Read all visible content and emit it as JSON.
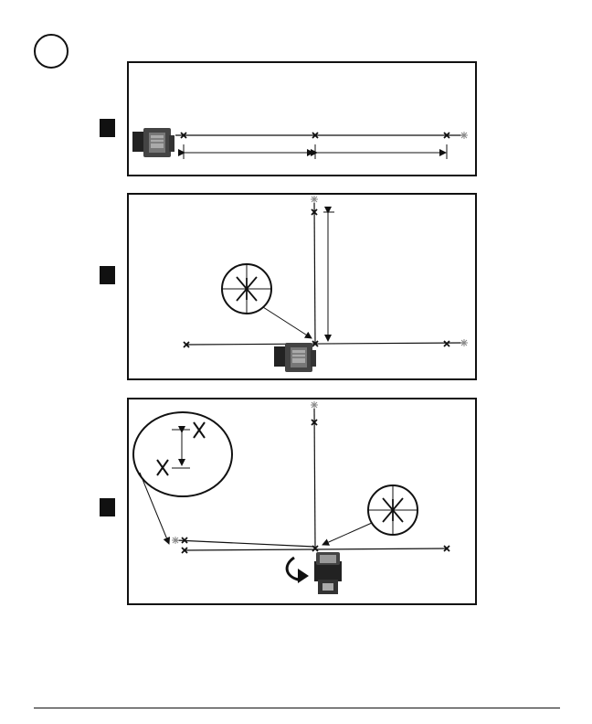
{
  "figure": {
    "badge_label": "",
    "panels": [
      {
        "name": "step-1",
        "step_label": ""
      },
      {
        "name": "step-2",
        "step_label": ""
      },
      {
        "name": "step-3",
        "step_label": ""
      }
    ]
  },
  "colors": {
    "ink": "#111111",
    "laser_body": "#555555",
    "paper": "#ffffff"
  },
  "icons": [
    "laser-level-icon",
    "cross-mark-icon",
    "laser-dot-icon",
    "magnifier-icon",
    "rotate-arrow-icon"
  ]
}
